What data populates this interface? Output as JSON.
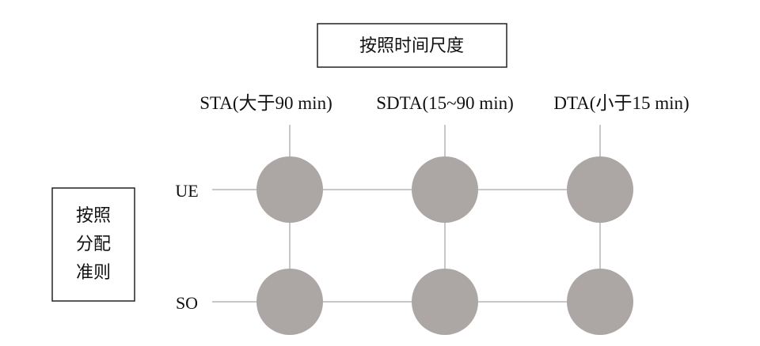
{
  "title_box": {
    "text": "按照时间尺度"
  },
  "side_box": {
    "lines": [
      "按照",
      "分配",
      "准则"
    ]
  },
  "columns": [
    {
      "label": "STA(大于90 min)"
    },
    {
      "label": "SDTA(15~90 min)"
    },
    {
      "label": "DTA(小于15 min)"
    }
  ],
  "rows": [
    {
      "label": "UE"
    },
    {
      "label": "SO"
    }
  ],
  "colors": {
    "node_fill": "#aca6a4",
    "line": "#b5b5b5",
    "box_border": "#222222"
  }
}
